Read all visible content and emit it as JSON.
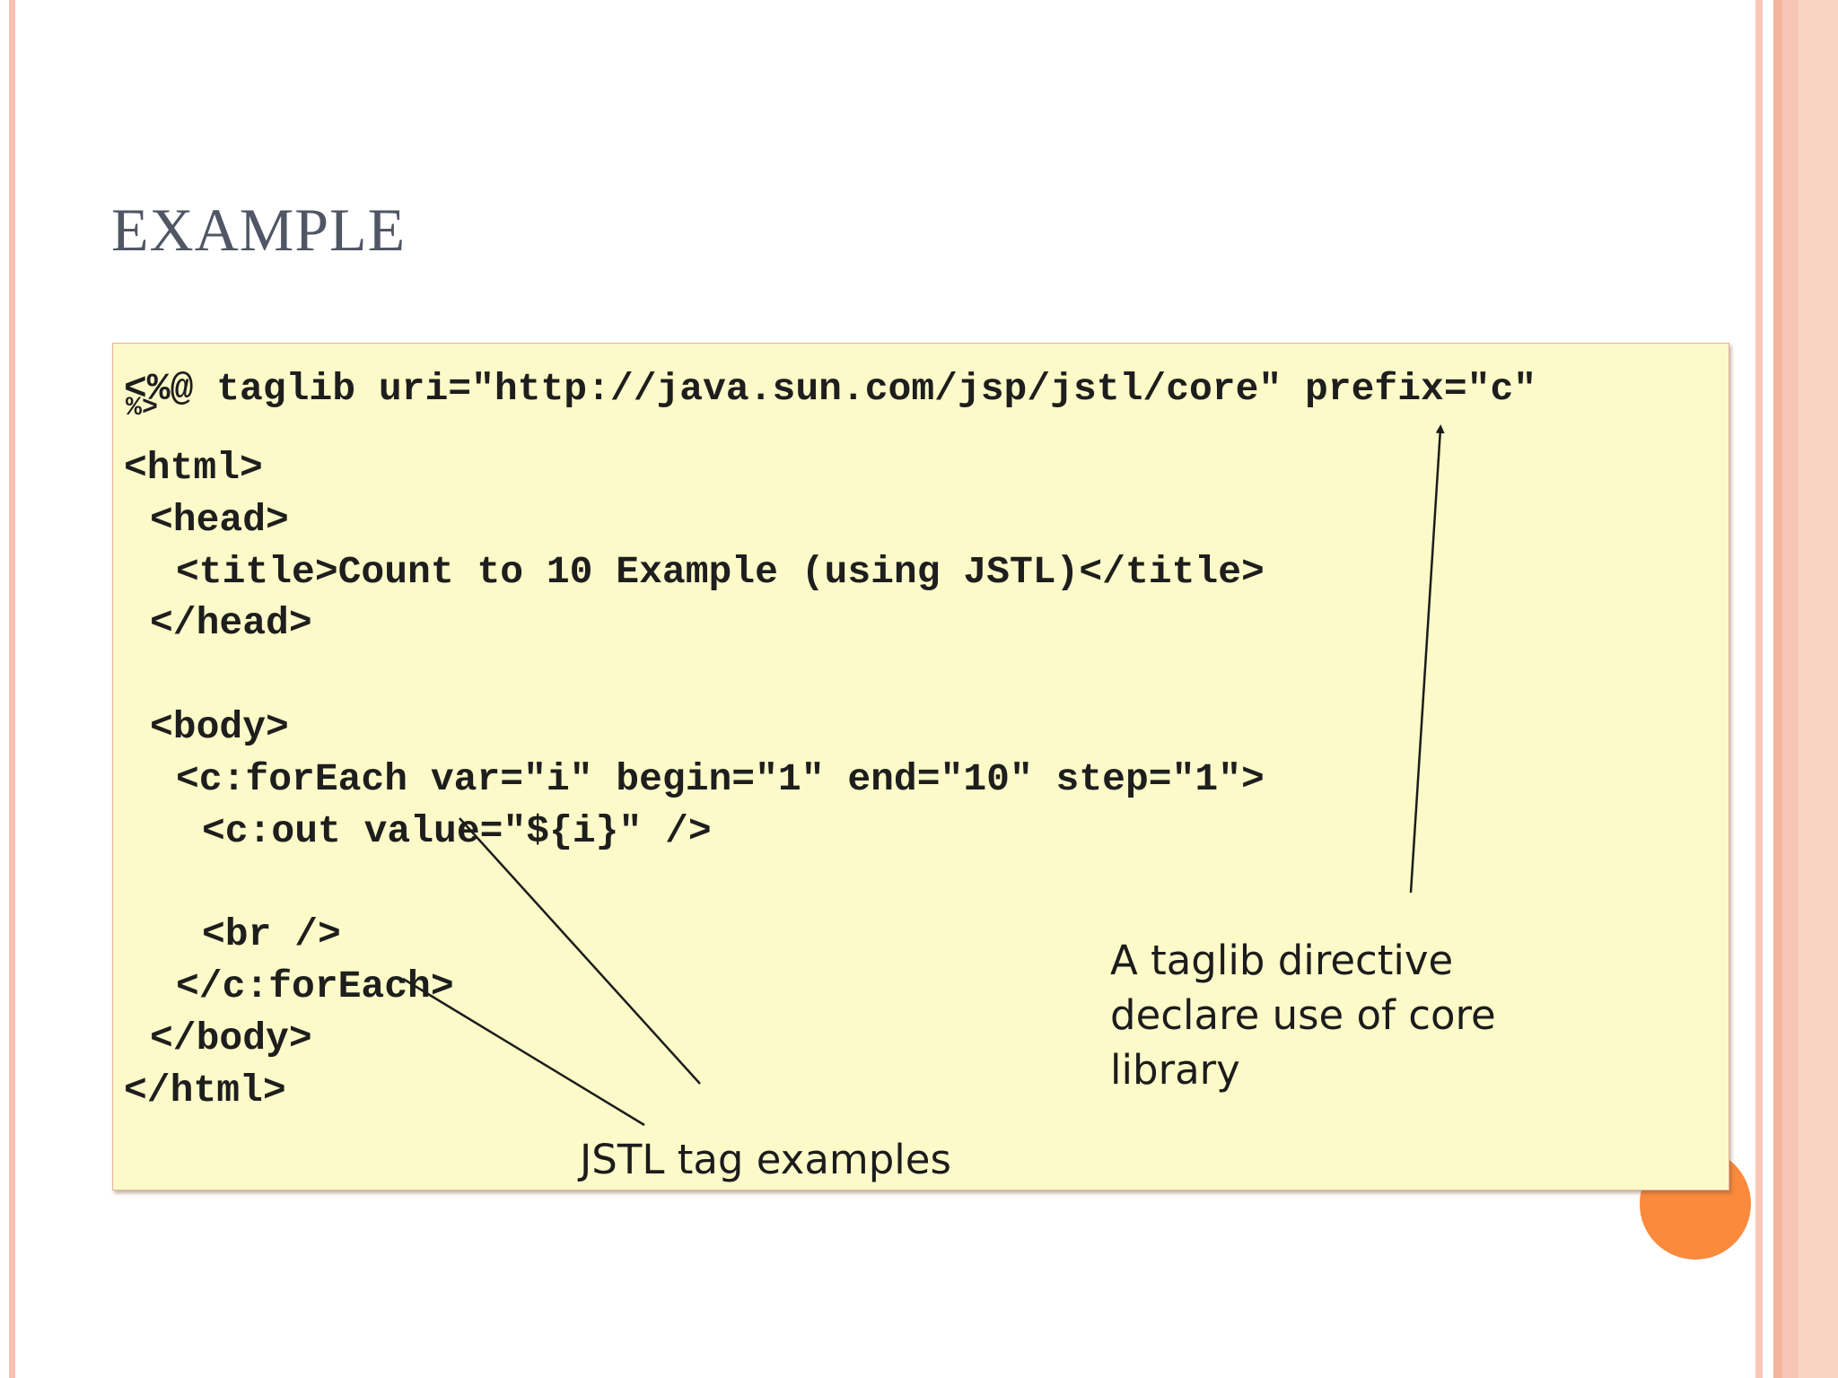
{
  "slide": {
    "title": "EXAMPLE"
  },
  "code": {
    "lines": [
      "<%@ taglib uri=\"http://java.sun.com/jsp/jstl/core\" prefix=\"c\"",
      "<html>",
      "<head>",
      "<title>Count to 10 Example (using JSTL)</title>",
      "</head>",
      "<body>",
      "<c:forEach var=\"i\" begin=\"1\" end=\"10\" step=\"1\">",
      "<c:out value=\"${i}\" />",
      "<br />",
      "</c:forEach>",
      "</body>",
      "</html>"
    ],
    "directive_end": "%>"
  },
  "callouts": {
    "taglib": "A taglib directive\ndeclare use of core\nlibrary",
    "jstl": "JSTL tag examples"
  },
  "colors": {
    "panel_background": "#fcfac8",
    "title": "#505664",
    "accent_orange": "#fb8a3c",
    "border_salmon": "#f5b49c"
  }
}
